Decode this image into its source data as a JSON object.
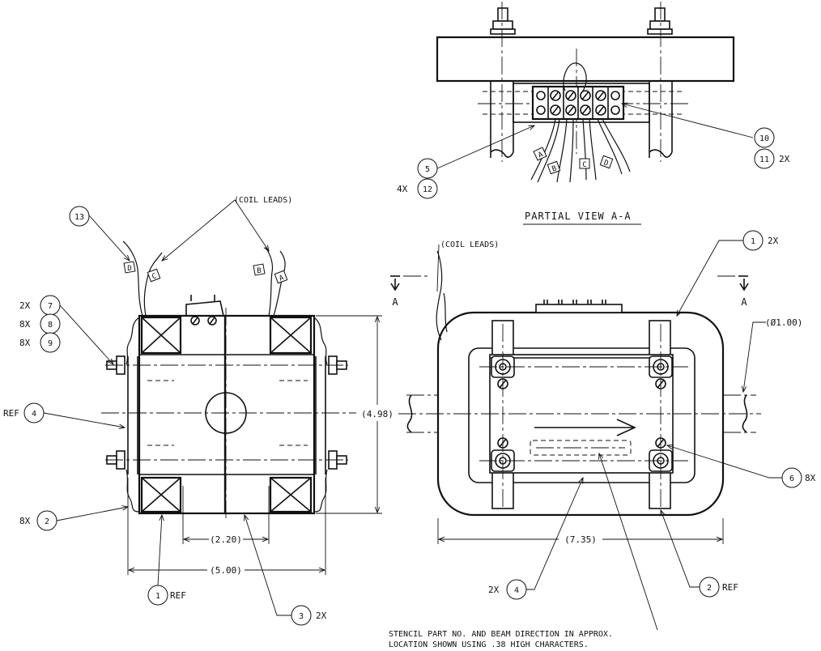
{
  "colors": {
    "line": "#111111",
    "background": "#ffffff"
  },
  "partial_view": {
    "title": "PARTIAL VIEW",
    "title_letter": "A-A",
    "leads": [
      "A",
      "B",
      "C",
      "D"
    ],
    "balloons": [
      {
        "num": "10",
        "qty": ""
      },
      {
        "num": "11",
        "qty": "2X"
      },
      {
        "num": "5",
        "qty": ""
      },
      {
        "num": "12",
        "qty": "4X"
      }
    ]
  },
  "side_view": {
    "coil_leads_label": "(COIL LEADS)",
    "leads_left": [
      "D",
      "C"
    ],
    "leads_right": [
      "B",
      "A"
    ],
    "dim_height": "(4.98)",
    "dim_inner": "(2.20)",
    "dim_outer": "(5.00)",
    "balloons": {
      "b13": {
        "num": "13",
        "qty": ""
      },
      "b7": {
        "num": "7",
        "qty": "2X"
      },
      "b8": {
        "num": "8",
        "qty": "8X"
      },
      "b9": {
        "num": "9",
        "qty": "8X"
      },
      "b4": {
        "num": "4",
        "qty": "REF"
      },
      "b2": {
        "num": "2",
        "qty": "8X"
      },
      "b1": {
        "num": "1",
        "qty": "REF"
      },
      "b3": {
        "num": "3",
        "qty": "2X"
      }
    }
  },
  "front_view": {
    "coil_leads_label": "(COIL LEADS)",
    "section_letter": "A",
    "dim_bore": "(Ø1.00)",
    "dim_width": "(7.35)",
    "balloons": {
      "b1": {
        "num": "1",
        "qty": "2X"
      },
      "b6": {
        "num": "6",
        "qty": "8X"
      },
      "b2": {
        "num": "2",
        "qty": "REF"
      },
      "b4": {
        "num": "4",
        "qty": "2X"
      }
    }
  },
  "note": {
    "line1": "STENCIL PART NO. AND BEAM DIRECTION IN APPROX.",
    "line2": "LOCATION SHOWN USING .38 HIGH CHARACTERS."
  }
}
